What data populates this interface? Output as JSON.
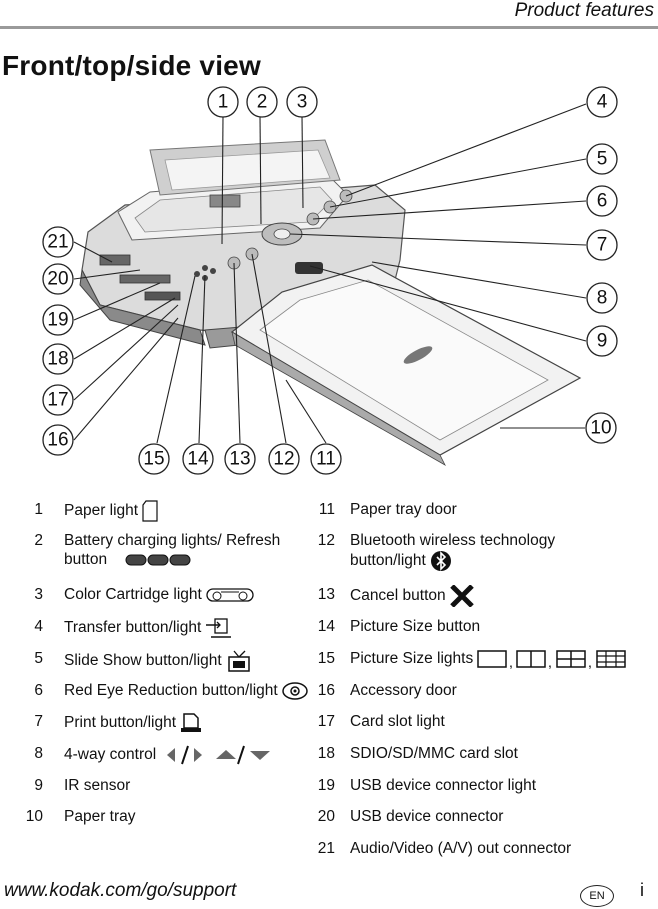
{
  "header": {
    "section_title": "Product features"
  },
  "page_title": "Front/top/side view",
  "callouts": [
    "1",
    "2",
    "3",
    "4",
    "5",
    "6",
    "7",
    "8",
    "9",
    "10",
    "11",
    "12",
    "13",
    "14",
    "15",
    "16",
    "17",
    "18",
    "19",
    "20",
    "21"
  ],
  "legend_left": [
    {
      "num": "1",
      "label": "Paper light",
      "icon": "paper-light-icon"
    },
    {
      "num": "2",
      "label": "Battery charging lights/ Refresh button",
      "icon": "battery-lights-icon"
    },
    {
      "num": "3",
      "label": "Color Cartridge light",
      "icon": "cartridge-icon"
    },
    {
      "num": "4",
      "label": "Transfer button/light",
      "icon": "transfer-icon"
    },
    {
      "num": "5",
      "label": "Slide Show button/light",
      "icon": "slideshow-icon"
    },
    {
      "num": "6",
      "label": "Red Eye Reduction button/light",
      "icon": "red-eye-icon"
    },
    {
      "num": "7",
      "label": "Print button/light",
      "icon": "print-icon"
    },
    {
      "num": "8",
      "label": "4-way control",
      "icon": "four-way-icon"
    },
    {
      "num": "9",
      "label": "IR sensor"
    },
    {
      "num": "10",
      "label": "Paper tray"
    }
  ],
  "legend_right": [
    {
      "num": "11",
      "label": "Paper tray door"
    },
    {
      "num": "12",
      "label": "Bluetooth wireless technology button/light",
      "icon": "bluetooth-icon"
    },
    {
      "num": "13",
      "label": "Cancel button",
      "icon": "cancel-x-icon"
    },
    {
      "num": "14",
      "label": "Picture Size button"
    },
    {
      "num": "15",
      "label": "Picture Size lights",
      "icon": "picture-size-icons"
    },
    {
      "num": "16",
      "label": "Accessory door"
    },
    {
      "num": "17",
      "label": "Card slot light"
    },
    {
      "num": "18",
      "label": "SDIO/SD/MMC card slot"
    },
    {
      "num": "19",
      "label": "USB device connector light"
    },
    {
      "num": "20",
      "label": "USB device connector"
    },
    {
      "num": "21",
      "label": "Audio/Video (A/V) out connector"
    }
  ],
  "footer": {
    "url": "www.kodak.com/go/support",
    "language_badge": "EN",
    "page_number": "i"
  },
  "colors": {
    "rule": "#9a9a9a",
    "printer_body": "#d9d9d9",
    "printer_dark": "#5a5a5a",
    "paper_tray": "#eeeeee"
  }
}
